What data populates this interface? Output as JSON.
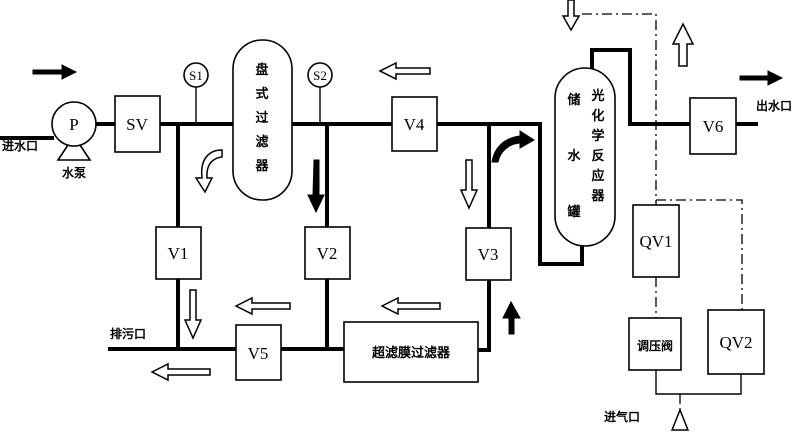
{
  "labels": {
    "inlet": "进水口",
    "pump_letter": "P",
    "pump": "水泵",
    "sv": "SV",
    "s1": "S1",
    "s2": "S2",
    "disc_filter": [
      "盘",
      "式",
      "过",
      "滤",
      "器"
    ],
    "v1": "V1",
    "v2": "V2",
    "v3": "V3",
    "v4": "V4",
    "v5": "V5",
    "v6": "V6",
    "drain": "排污口",
    "uf_filter": "超滤膜过滤器",
    "storage_tank": [
      "储",
      "水",
      "罐"
    ],
    "photoreactor": [
      "光",
      "化",
      "学",
      "反",
      "应",
      "器"
    ],
    "outlet": "出水口",
    "qv1": "QV1",
    "qv2": "QV2",
    "regulator": "调压阀",
    "gas_inlet": "进气口"
  }
}
